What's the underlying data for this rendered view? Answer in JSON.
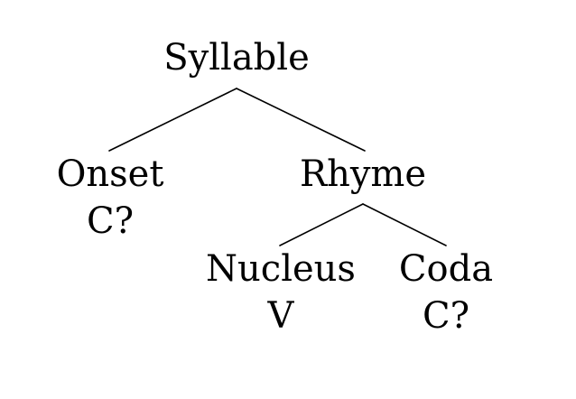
{
  "tree": {
    "root": {
      "label": "Syllable"
    },
    "onset": {
      "label": "Onset",
      "value": "C?"
    },
    "rhyme": {
      "label": "Rhyme"
    },
    "nucleus": {
      "label": "Nucleus",
      "value": "V"
    },
    "coda": {
      "label": "Coda",
      "value": "C?"
    }
  }
}
